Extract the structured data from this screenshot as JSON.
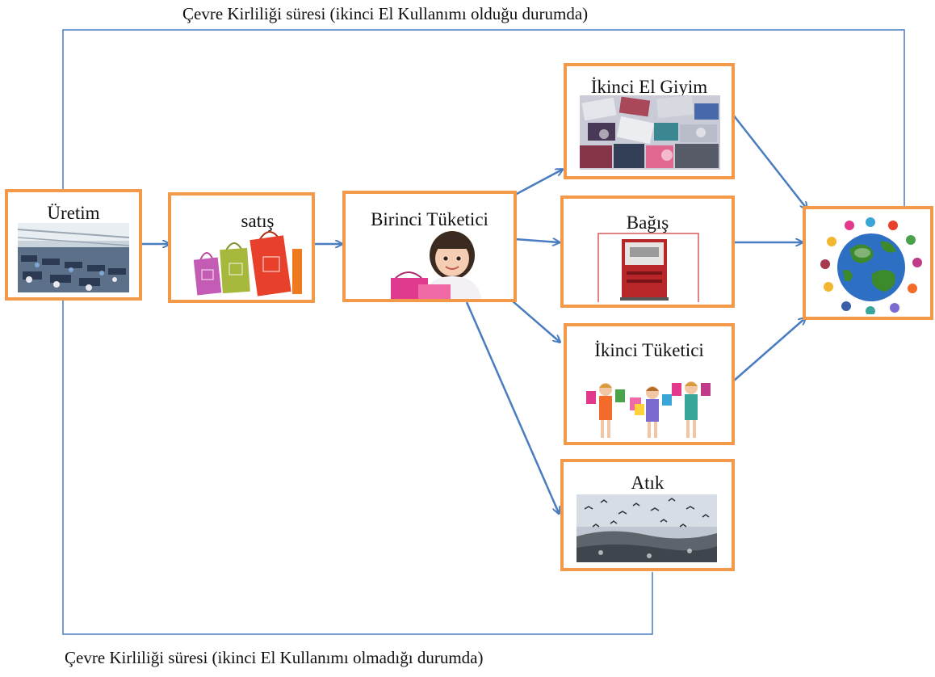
{
  "captions": {
    "top": "Çevre Kirliliği süresi (ikinci El Kullanımı olduğu durumda)",
    "bottom": "Çevre Kirliliği süresi (ikinci El Kullanımı olmadığı durumda)"
  },
  "nodes": {
    "uretim": "Üretim",
    "satis": "satış",
    "birinci": "Birinci Tüketici",
    "ikinci_el_giyim": "İkinci El Giyim",
    "bagis": "Bağış",
    "ikinci_tuketici": "İkinci Tüketici",
    "atik": "Atık"
  },
  "colors": {
    "box_border": "#f39a4a",
    "arrow": "#4a7cc0",
    "loop_line": "#4a7cc0"
  },
  "icons": {
    "uretim": "factory-floor-photo",
    "satis": "shopping-bags-picture",
    "birinci": "girl-with-bags-picture",
    "ikinci_el_giyim": "clothes-pile-photo",
    "bagis": "donation-bin-picture",
    "ikinci_tuketici": "children-shopping-picture",
    "atik": "landfill-birds-photo",
    "earth": "earth-globe-picture"
  }
}
